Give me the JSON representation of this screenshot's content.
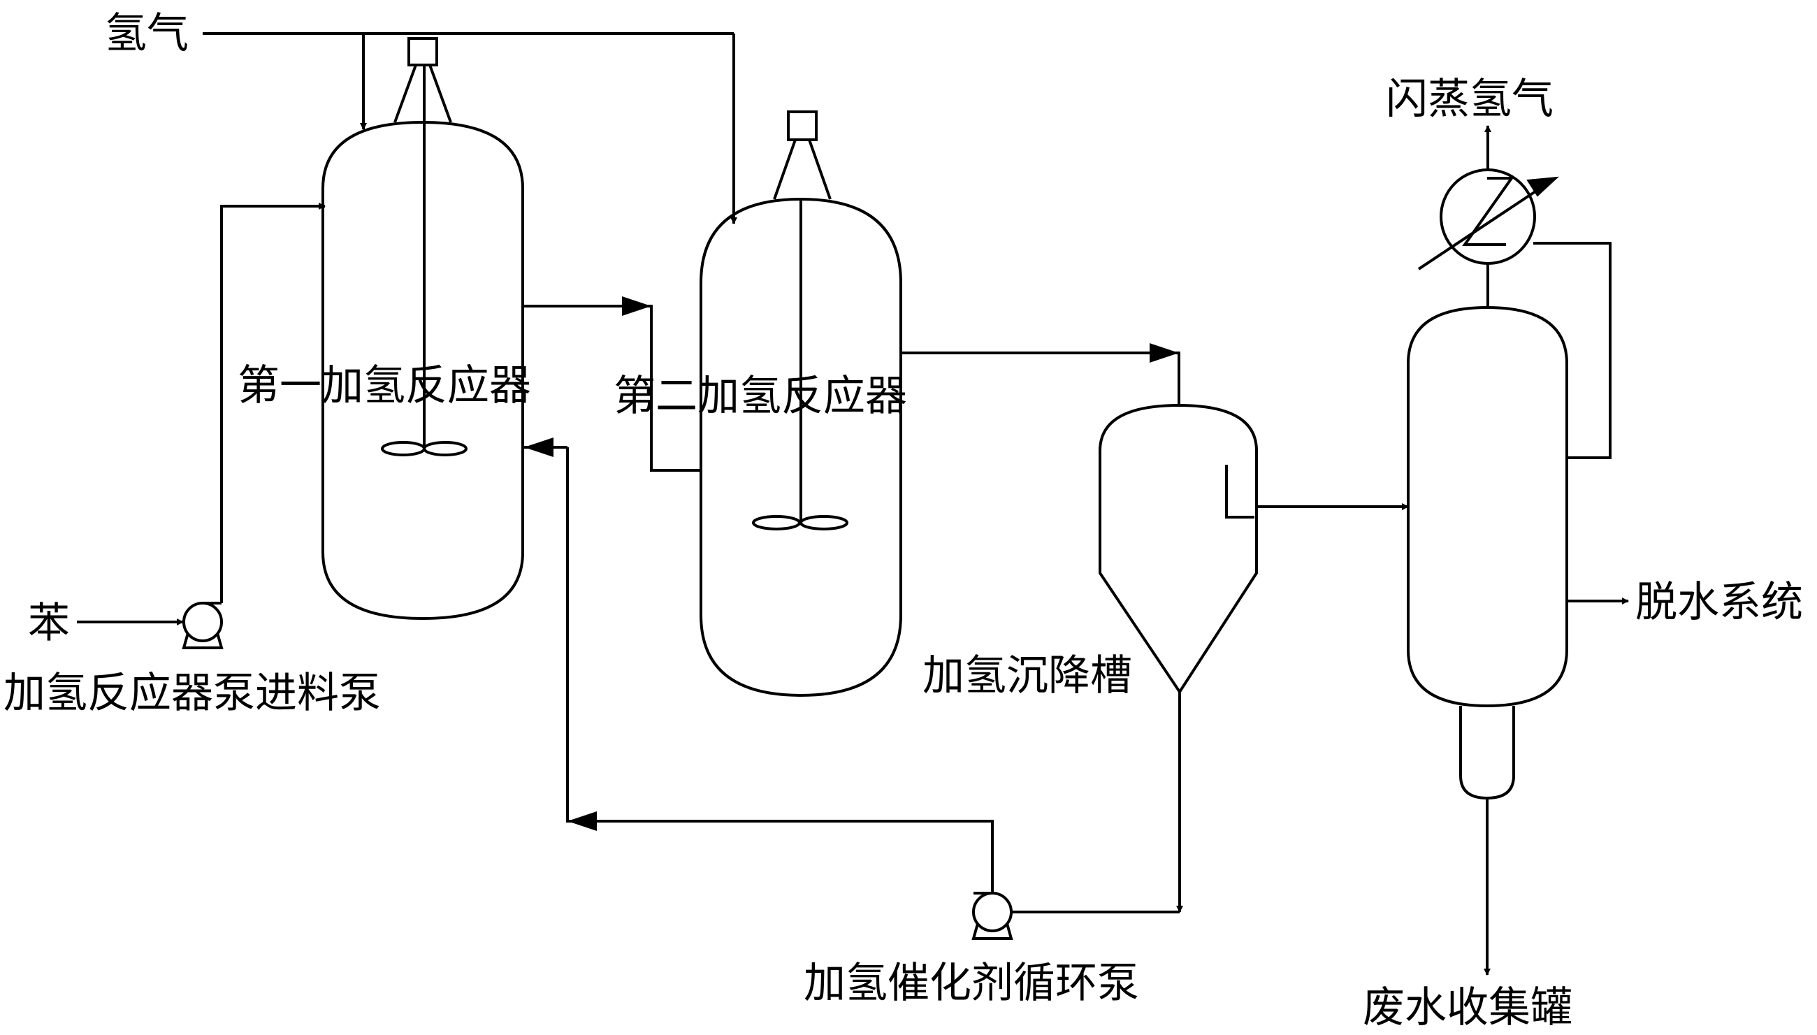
{
  "labels": {
    "hydrogen_in": "氢气",
    "benzene": "苯",
    "feed_pump": "加氢反应器泵进料泵",
    "reactor1": "第一加氢反应器",
    "reactor2": "第二加氢反应器",
    "settler": "加氢沉降槽",
    "catalyst_pump": "加氢催化剂循环泵",
    "flash_hydrogen": "闪蒸氢气",
    "dehydration": "脱水系统",
    "wastewater": "废水收集罐"
  }
}
